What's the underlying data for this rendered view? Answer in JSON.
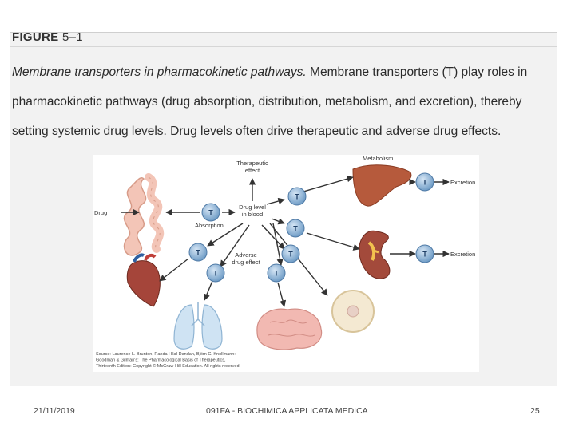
{
  "figure": {
    "label": "FIGURE",
    "number": "5–1",
    "caption_lead": "Membrane transporters in pharmacokinetic pathways.",
    "caption_body": " Membrane transporters (T) play roles in pharmacokinetic pathways (drug absorption, distribution, metabolism, and excretion), thereby setting systemic drug levels. Drug levels often drive therapeutic and adverse drug effects."
  },
  "diagram": {
    "drug": "Drug",
    "absorption": "Absorption",
    "therapeutic_1": "Therapeutic",
    "therapeutic_2": "effect",
    "level_1": "Drug level",
    "level_2": "in blood",
    "adverse_1": "Adverse",
    "adverse_2": "drug effect",
    "metabolism": "Metabolism",
    "excretion": "Excretion",
    "transporter": "T",
    "source_1": "Source: Laurence L. Brunton, Randa Hilal-Dandan, Björn C. Knollmann:",
    "source_2": "Goodman & Gilman's: The Pharmacological Basis of Therapeutics,",
    "source_3": "Thirteenth Edition: Copyright © McGraw-Hill Education. All rights reserved."
  },
  "footer": {
    "date": "21/11/2019",
    "course": "091FA - BIOCHIMICA APPLICATA MEDICA",
    "page": "25"
  }
}
